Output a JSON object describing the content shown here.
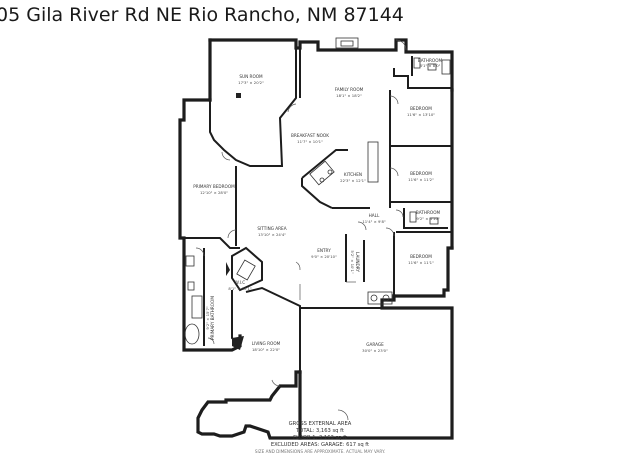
{
  "title": "05 Gila River Rd NE Rio Rancho, NM 87144",
  "rooms": {
    "sun_room": {
      "name": "SUN ROOM",
      "dims": "17'3\" × 20'2\""
    },
    "family_room": {
      "name": "FAMILY ROOM",
      "dims": "18'1\" × 18'2\""
    },
    "bathroom_top": {
      "name": "BATHROOM",
      "dims": "8'1\" × 8'0\""
    },
    "bedroom_1": {
      "name": "BEDROOM",
      "dims": "11'6\" × 13'10\""
    },
    "breakfast_nook": {
      "name": "BREAKFAST NOOK",
      "dims": "11'7\" × 10'1\""
    },
    "kitchen": {
      "name": "KITCHEN",
      "dims": "22'3\" × 12'1\""
    },
    "bedroom_2": {
      "name": "BEDROOM",
      "dims": "11'6\" × 11'2\""
    },
    "primary_bedroom": {
      "name": "PRIMARY BEDROOM",
      "dims": "12'10\" × 28'0\""
    },
    "hall": {
      "name": "HALL",
      "dims": "11'4\" × 9'8\""
    },
    "bathroom_mid": {
      "name": "BATHROOM",
      "dims": "9'2\" × 4'10\""
    },
    "sitting_area": {
      "name": "SITTING AREA",
      "dims": "13'10\" × 24'4\""
    },
    "entry": {
      "name": "ENTRY",
      "dims": "9'0\" × 20'10\""
    },
    "laundry": {
      "name": "LAUNDRY",
      "dims": "5'2\" × 10'1\""
    },
    "bedroom_3": {
      "name": "BEDROOM",
      "dims": "11'6\" × 11'1\""
    },
    "wic": {
      "name": "W.I.C",
      "dims": "8'1\" × 10'1\""
    },
    "primary_bathroom": {
      "name": "PRIMARY BATHROOM",
      "dims": "9'2\" × 15'7\""
    },
    "living_room": {
      "name": "LIVING ROOM",
      "dims": "18'10\" × 22'0\""
    },
    "garage": {
      "name": "GARAGE",
      "dims": "30'0\" × 23'0\""
    }
  },
  "summary": {
    "heading": "GROSS EXTERNAL AREA",
    "total": "TOTAL: 3,163 sq ft",
    "floor": "FLOOR 1: 3,163 sq ft",
    "excluded": "EXCLUDED AREAS: GARAGE: 617 sq ft",
    "disclaimer": "SIZE AND DIMENSIONS ARE APPROXIMATE. ACTUAL MAY VARY."
  }
}
